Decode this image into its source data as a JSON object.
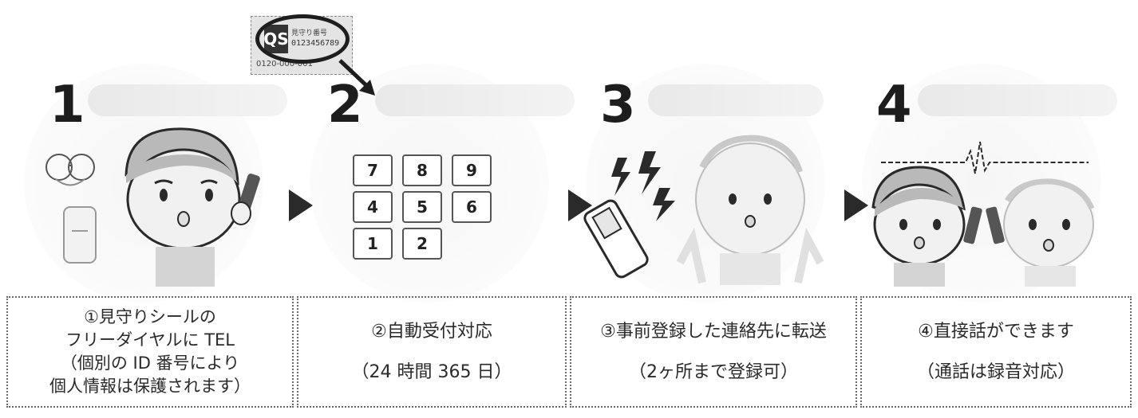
{
  "steps": [
    {
      "number": "1",
      "caption_lines": [
        "①見守りシールの",
        "フリーダイヤルに TEL",
        "（個別の ID 番号により",
        "個人情報は保護されます）"
      ]
    },
    {
      "number": "2",
      "caption_lines": [
        "②自動受付対応",
        "（24 時間 365 日）"
      ],
      "keypad": [
        "7",
        "8",
        "9",
        "4",
        "5",
        "6",
        "1",
        "2"
      ]
    },
    {
      "number": "3",
      "caption_lines": [
        "③事前登録した連絡先に転送",
        "（2ヶ所まで登録可）"
      ]
    },
    {
      "number": "4",
      "caption_lines": [
        "④直接話ができます",
        "（通話は録音対応）"
      ]
    }
  ],
  "sticker": {
    "logo": "QS",
    "id_text": "0123456789",
    "meta_text": "見守り番号",
    "tel_text": "0120-000-001"
  },
  "colors": {
    "ink": "#2a2a2a",
    "face": "#f1f1f1",
    "hair": "#b9b9b9",
    "shirt": "#d4d4d4"
  }
}
